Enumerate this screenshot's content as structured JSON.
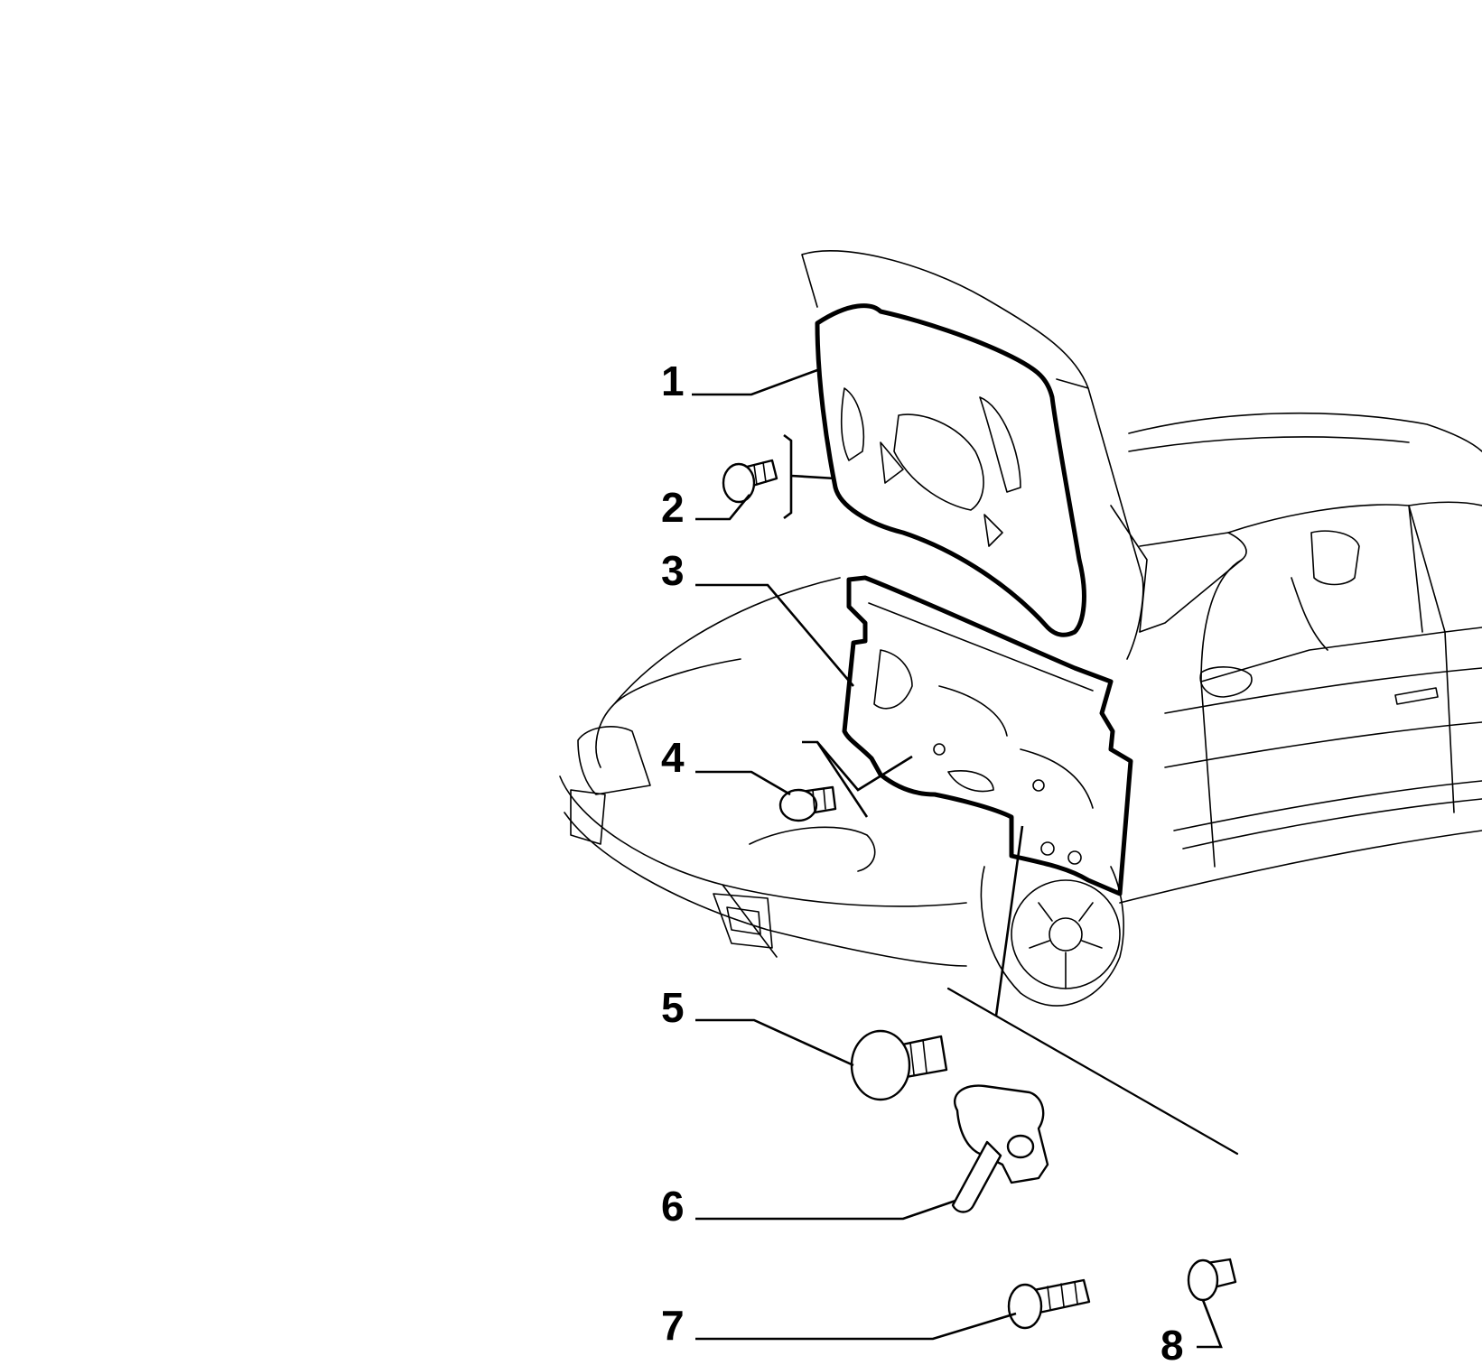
{
  "callouts": [
    {
      "id": "1",
      "label": "1",
      "part": "bonnet"
    },
    {
      "id": "2",
      "label": "2",
      "part": "fastener"
    },
    {
      "id": "3",
      "label": "3",
      "part": "bonnet-insulation-panel"
    },
    {
      "id": "4",
      "label": "4",
      "part": "fastener"
    },
    {
      "id": "5",
      "label": "5",
      "part": "fastener"
    },
    {
      "id": "6",
      "label": "6",
      "part": "bonnet-stay"
    },
    {
      "id": "7",
      "label": "7",
      "part": "fastener"
    },
    {
      "id": "8",
      "label": "8",
      "part": "fastener"
    }
  ]
}
